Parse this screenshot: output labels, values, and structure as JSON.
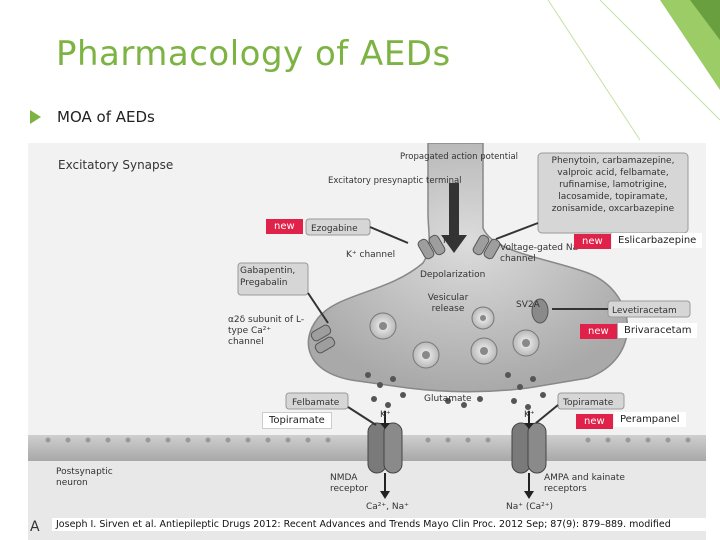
{
  "slide": {
    "title": "Pharmacology of AEDs",
    "bullet": "MOA of AEDs",
    "accent_color": "#7cb342",
    "new_tag_color": "#e0224a"
  },
  "figure": {
    "panel_letter": "A",
    "heading": "Excitatory Synapse",
    "labels": {
      "propagated": "Propagated action potential",
      "excitatory_terminal": "Excitatory presynaptic terminal",
      "phenytoin_box": "Phenytoin, carbamazepine, valproic acid, felbamate, rufinamise, lamotrigine, lacosamide, topiramate, zonisamide, oxcarbazepine",
      "ezogabine": "Ezogabine",
      "k_channel": "K⁺ channel",
      "na_plus": "Na⁺",
      "voltage_gated": "Voltage-gated Na⁺ channel",
      "gabapentin": "Gabapentin, Pregabalin",
      "depolarization": "Depolarization",
      "vesicular": "Vesicular release",
      "sv2a": "SV2A",
      "levetiracetam": "Levetiracetam",
      "c2d": "α2δ subunit of L-type Ca²⁺ channel",
      "glutamate": "Glutamate",
      "felbamate": "Felbamate",
      "topiramate_box": "Topiramate",
      "k_plus_left": "K⁺",
      "k_plus_right": "K⁺",
      "postsynaptic": "Postsynaptic neuron",
      "nmda": "NMDA receptor",
      "ampa": "AMPA and kainate receptors",
      "ca_na": "Ca²⁺, Na⁺",
      "na_ca": "Na⁺ (Ca²⁺)"
    }
  },
  "overlays": {
    "new_tag": "new",
    "eslicarbazepine": "Eslicarbazepine",
    "brivaracetam": "Brivaracetam",
    "perampanel": "Perampanel",
    "topiramate_overlay": "Topiramate"
  },
  "citation": "Joseph I. Sirven et al. Antiepileptic Drugs 2012: Recent Advances and Trends Mayo Clin Proc. 2012 Sep; 87(9): 879–889. modified"
}
